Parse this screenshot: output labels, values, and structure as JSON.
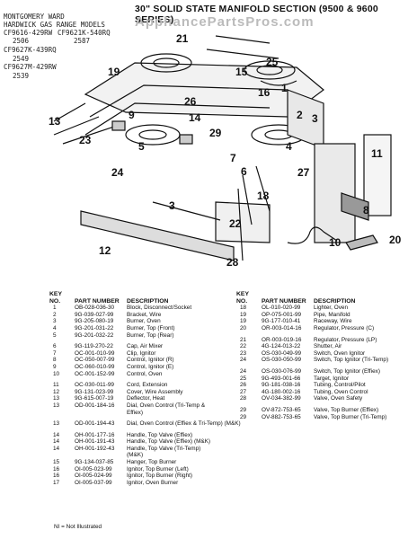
{
  "title": "30\" SOLID STATE MANIFOLD SECTION (9500 & 9600 SERIES)",
  "watermark": "AppliancePartsPros.com",
  "models": {
    "line1": "MONTGOMERY WARD",
    "line2": "HARDWICK GAS RANGE MODELS",
    "line3a": "CF9616-429RW",
    "line3b": "CF9621K-540RQ",
    "line4a": "2506",
    "line4b": "2587",
    "line5": "CF9627K-439RQ",
    "line6": "2549",
    "line7": "CF9627M-429RW",
    "line8": "2539"
  },
  "callouts": [
    "21",
    "25",
    "19",
    "15",
    "16",
    "1",
    "26",
    "2",
    "3",
    "9",
    "14",
    "13",
    "29",
    "23",
    "5",
    "4",
    "24",
    "11",
    "7",
    "6",
    "27",
    "18",
    "8",
    "3",
    "22",
    "10",
    "20",
    "12",
    "28"
  ],
  "table": {
    "headers": {
      "key": "KEY NO.",
      "part": "PART NUMBER",
      "desc": "DESCRIPTION"
    },
    "left": [
      {
        "key": "1",
        "part": "OB-028-036-30",
        "desc": "Block, Disconnect/Socket"
      },
      {
        "key": "2",
        "part": "9G-039-027-99",
        "desc": "Bracket, Wire"
      },
      {
        "key": "3",
        "part": "9G-205-080-19",
        "desc": "Burner, Oven"
      },
      {
        "key": "4",
        "part": "9G-201-031-22",
        "desc": "Burner, Top (Front)"
      },
      {
        "key": "5",
        "part": "9G-201-032-22",
        "desc": "Burner, Top (Rear)"
      },
      {
        "key": "",
        "part": "",
        "desc": "",
        "gap": true
      },
      {
        "key": "6",
        "part": "9G-119-270-22",
        "desc": "Cap, Air Mixer"
      },
      {
        "key": "7",
        "part": "OC-001-010-99",
        "desc": "Clip, Ignitor"
      },
      {
        "key": "8",
        "part": "OC-050-007-99",
        "desc": "Control, Ignitor (R)"
      },
      {
        "key": "9",
        "part": "OC-060-010-99",
        "desc": "Control, Ignitor (E)"
      },
      {
        "key": "10",
        "part": "OC-001-152-99",
        "desc": "Control, Oven"
      },
      {
        "key": "",
        "part": "",
        "desc": "",
        "gap": true
      },
      {
        "key": "11",
        "part": "OC-030-011-99",
        "desc": "Cord, Extension"
      },
      {
        "key": "12",
        "part": "9G-131-023-99",
        "desc": "Cover, Wire Assembly"
      },
      {
        "key": "13",
        "part": "9G-615-007-19",
        "desc": "Deflector, Heat"
      },
      {
        "key": "13",
        "part": "OD-001-184-16",
        "desc": "Dial, Oven Control (Tri-Temp &"
      },
      {
        "key": "",
        "part": "",
        "desc": "Effiex)"
      },
      {
        "key": "",
        "part": "",
        "desc": "",
        "gap": true
      },
      {
        "key": "13",
        "part": "OD-001-194-43",
        "desc": "Dial, Oven Control (Effiex & Tri-Temp) (M&K)"
      },
      {
        "key": "",
        "part": "",
        "desc": "",
        "gap": true
      },
      {
        "key": "14",
        "part": "OH-001-177-16",
        "desc": "Handle, Top Valve (Effiex)"
      },
      {
        "key": "14",
        "part": "OH-001-191-43",
        "desc": "Handle, Top Valve (Effiex) (M&K)"
      },
      {
        "key": "14",
        "part": "OH-001-192-43",
        "desc": "Handle, Top Valve (Tri-Temp)"
      },
      {
        "key": "",
        "part": "",
        "desc": "(M&K)"
      },
      {
        "key": "15",
        "part": "9G-134-037-85",
        "desc": "Hanger, Top Burner"
      },
      {
        "key": "16",
        "part": "OI-005-023-99",
        "desc": "Ignitor, Top Burner (Left)"
      },
      {
        "key": "16",
        "part": "OI-005-024-99",
        "desc": "Ignitor, Top Burner (Right)"
      },
      {
        "key": "17",
        "part": "OI-005-037-99",
        "desc": "Ignitor, Oven Burner"
      }
    ],
    "right": [
      {
        "key": "18",
        "part": "OL-010-020-99",
        "desc": "Lighter, Oven"
      },
      {
        "key": "19",
        "part": "OP-075-001-99",
        "desc": "Pipe, Manifold"
      },
      {
        "key": "19",
        "part": "9G-177-010-41",
        "desc": "Raceway, Wire"
      },
      {
        "key": "20",
        "part": "OR-003-014-16",
        "desc": "Regulator, Pressure (C)"
      },
      {
        "key": "",
        "part": "",
        "desc": "",
        "gap": true
      },
      {
        "key": "21",
        "part": "OR-003-019-16",
        "desc": "Regulator, Pressure (LP)"
      },
      {
        "key": "22",
        "part": "4G-124-013-22",
        "desc": "Shutter, Air"
      },
      {
        "key": "23",
        "part": "OS-030-049-99",
        "desc": "Switch, Oven Ignitor"
      },
      {
        "key": "24",
        "part": "OS-030-050-99",
        "desc": "Switch, Top Ignitor (Tri-Temp)"
      },
      {
        "key": "",
        "part": "",
        "desc": "",
        "gap": true
      },
      {
        "key": "24",
        "part": "OS-030-076-99",
        "desc": "Switch, Top Ignitor (Effiex)"
      },
      {
        "key": "25",
        "part": "9G-493-001-66",
        "desc": "Target, Ignitor"
      },
      {
        "key": "26",
        "part": "9G-181-038-16",
        "desc": "Tubing, Control/Pilot"
      },
      {
        "key": "27",
        "part": "4G-180-002-16",
        "desc": "Tubing, Oven Control"
      },
      {
        "key": "28",
        "part": "OV-034-382-99",
        "desc": "Valve, Oven Safety"
      },
      {
        "key": "",
        "part": "",
        "desc": "",
        "gap": true
      },
      {
        "key": "29",
        "part": "OV-872-753-65",
        "desc": "Valve, Top Burner (Effiex)"
      },
      {
        "key": "29",
        "part": "OV-882-753-65",
        "desc": "Valve, Top Burner (Tri-Temp)"
      }
    ]
  },
  "note": "NI = Not Illustrated"
}
